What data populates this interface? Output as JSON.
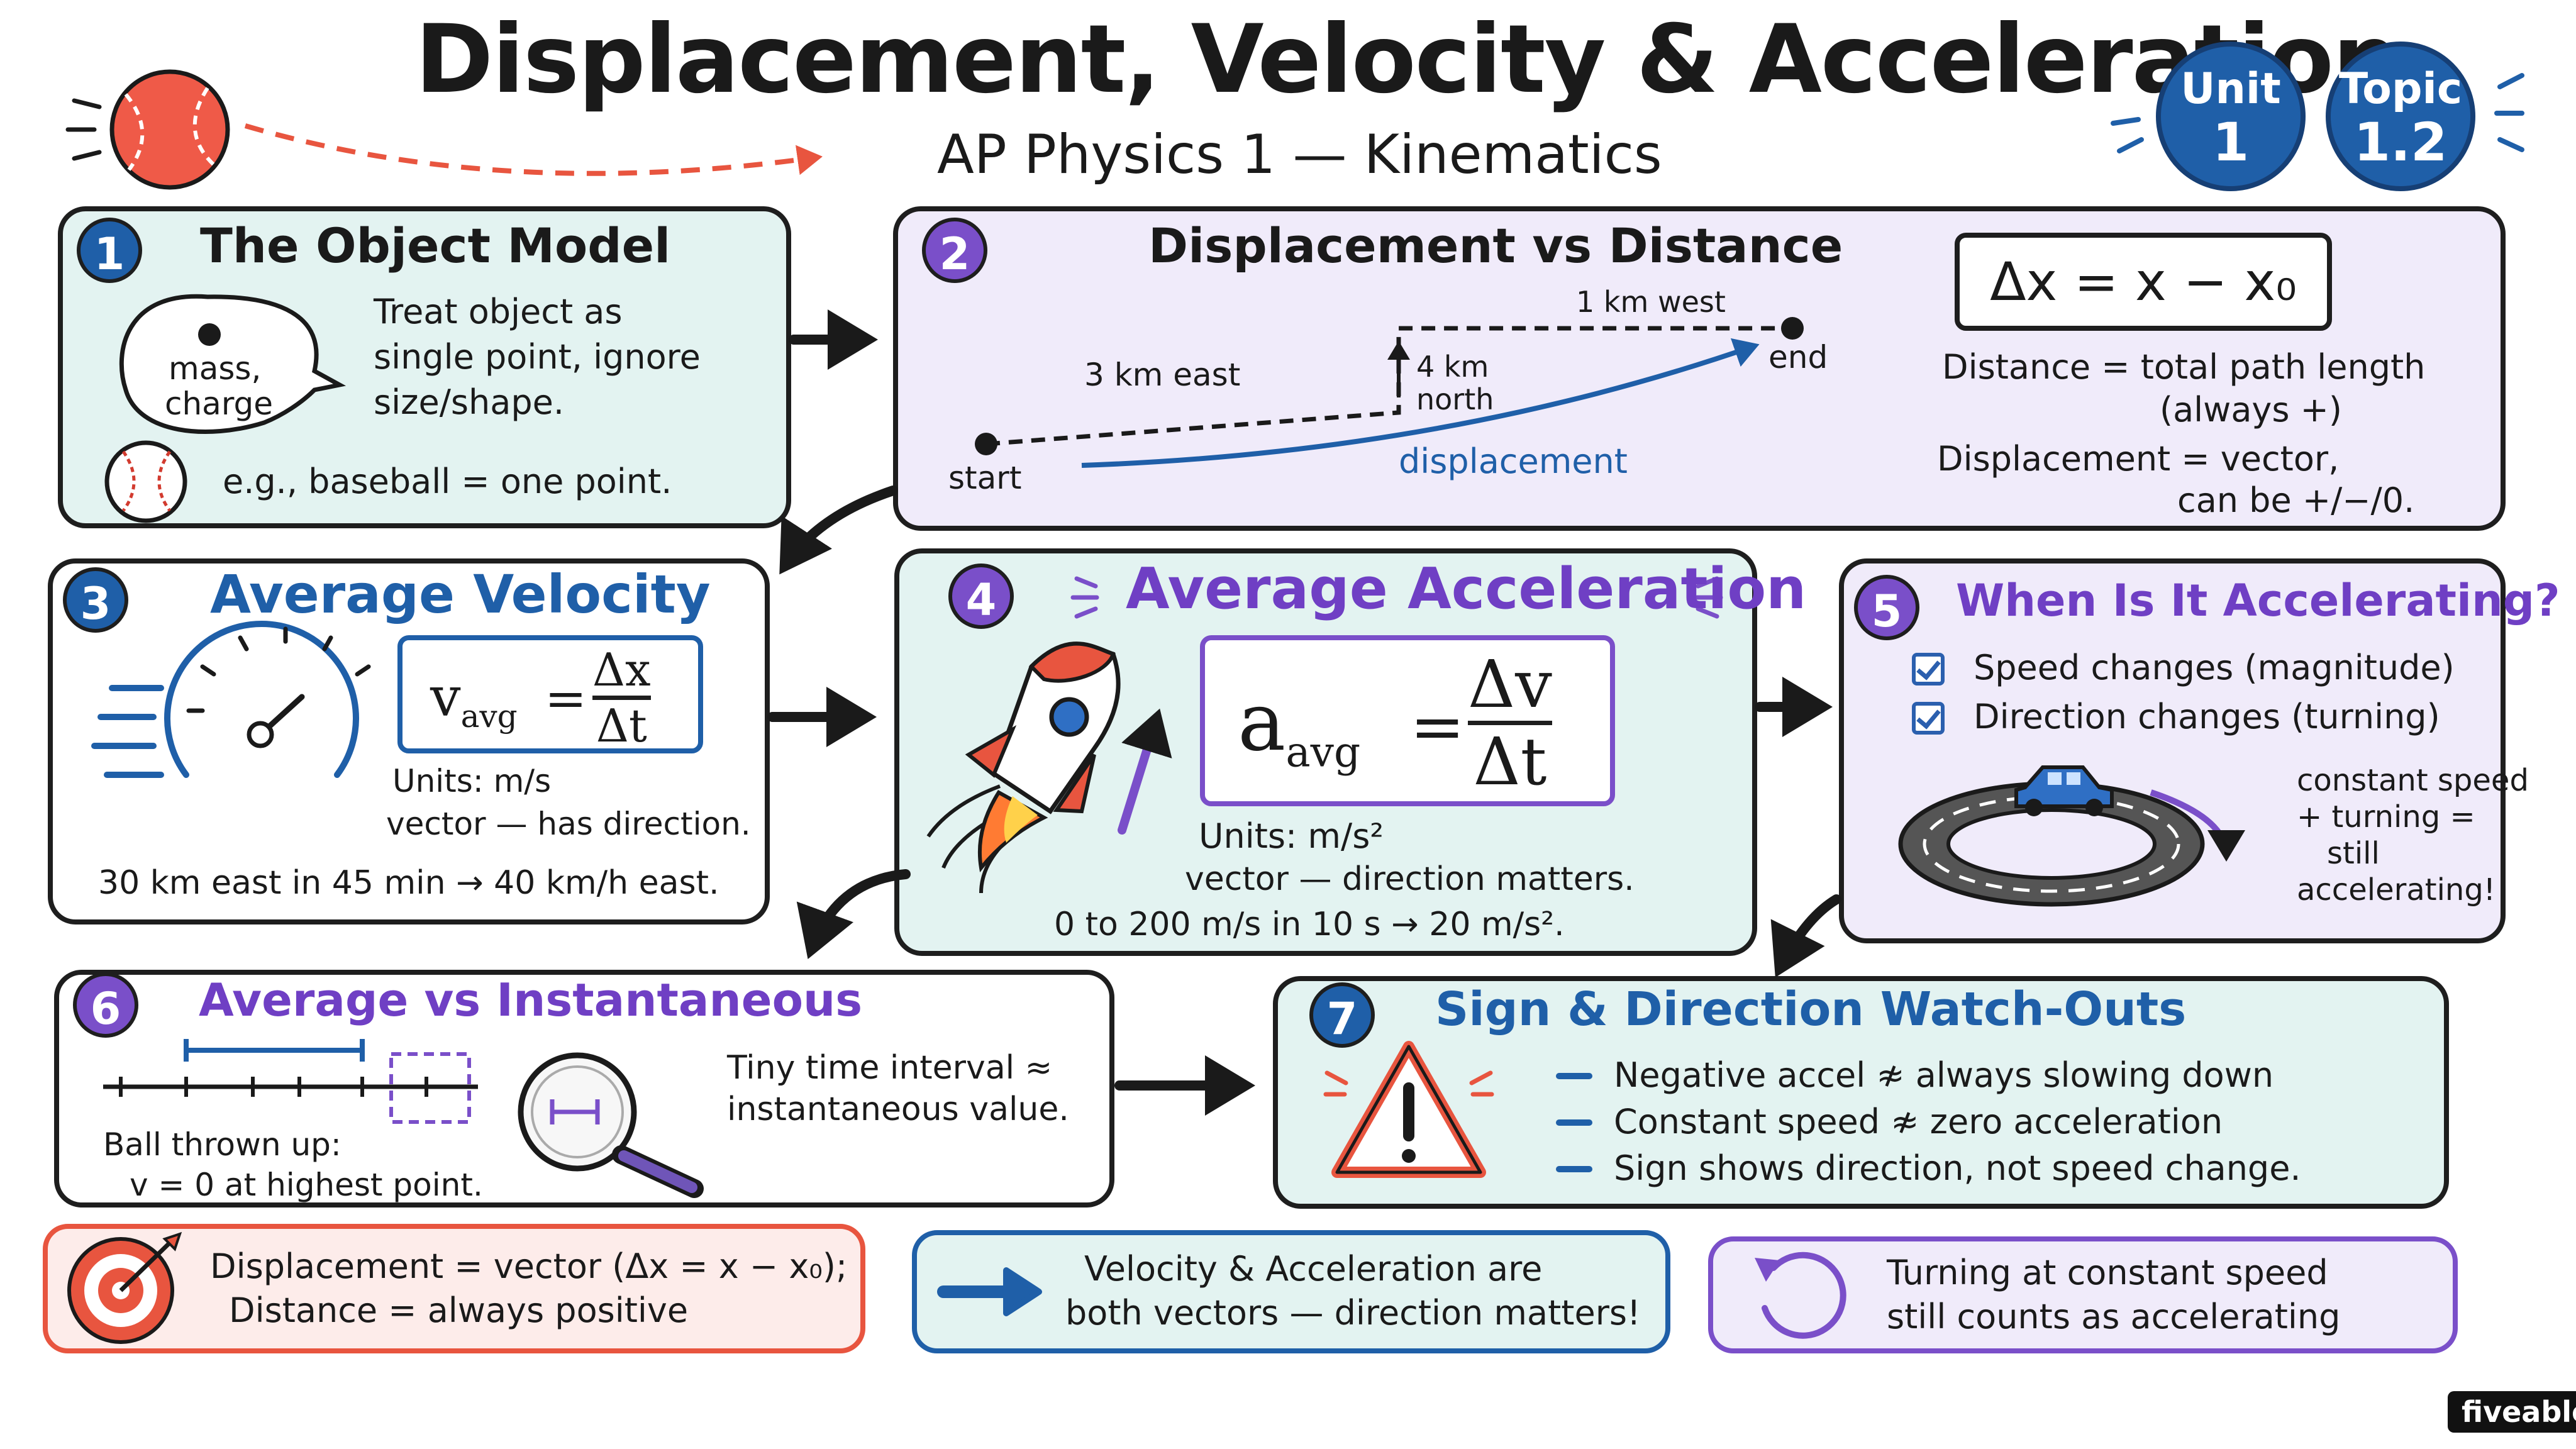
{
  "header": {
    "title": "Displacement, Velocity & Acceleration",
    "subtitle": "AP Physics 1 — Kinematics",
    "unit_label": "Unit",
    "unit_value": "1",
    "topic_label": "Topic",
    "topic_value": "1.2"
  },
  "s1": {
    "number": "1",
    "title": "The Object Model",
    "bubble_line1": "mass,",
    "bubble_line2": "charge",
    "text_line1": "Treat object as",
    "text_line2": "single point, ignore",
    "text_line3": "size/shape.",
    "example": "e.g., baseball = one point."
  },
  "s2": {
    "number": "2",
    "title": "Displacement vs Distance",
    "label_east": "3 km east",
    "label_north_1": "4 km",
    "label_north_2": "north",
    "label_west": "1 km west",
    "label_start": "start",
    "label_end": "end",
    "label_displacement": "displacement",
    "formula": "Δx = x − x₀",
    "distance_line1": "Distance  =  total path length",
    "distance_line2": "(always +)",
    "displacement_line1": "Displacement  =  vector,",
    "displacement_line2": "can be +/−/0."
  },
  "s3": {
    "number": "3",
    "title": "Average Velocity",
    "formula_lhs": "v",
    "formula_sub": "avg",
    "formula_eq": "=",
    "formula_num": "Δx",
    "formula_den": "Δt",
    "units": "Units: m/s",
    "vector": "vector — has direction.",
    "example": "30 km east in 45 min → 40 km/h east."
  },
  "s4": {
    "number": "4",
    "title": "Average Acceleration",
    "formula_lhs": "a",
    "formula_sub": "avg",
    "formula_eq": "=",
    "formula_num": "Δv",
    "formula_den": "Δt",
    "units": "Units:  m/s²",
    "vector": "vector — direction matters.",
    "example": "0 to 200 m/s in 10 s  →  20 m/s²."
  },
  "s5": {
    "number": "5",
    "title": "When Is It Accelerating?",
    "item1": "Speed changes (magnitude)",
    "item2": "Direction changes (turning)",
    "note_line1": "constant speed",
    "note_line2": "+ turning =",
    "note_line3": "still",
    "note_line4": "accelerating!"
  },
  "s6": {
    "number": "6",
    "title": "Average vs Instantaneous",
    "text_line1": "Tiny time interval ≈",
    "text_line2": "instantaneous value.",
    "ball_line1": "Ball thrown up:",
    "ball_line2": "v = 0 at highest point."
  },
  "s7": {
    "number": "7",
    "title": "Sign & Direction Watch-Outs",
    "item1": "Negative accel ≉ always slowing down",
    "item2": "Constant speed ≉ zero acceleration",
    "item3": "Sign shows direction, not speed change."
  },
  "footer": {
    "box1_line1": "Displacement = vector (Δx = x − x₀);",
    "box1_line2": "Distance = always positive",
    "box2_line1": "Velocity & Acceleration are",
    "box2_line2": "both vectors — direction matters!",
    "box3_line1": "Turning at constant speed",
    "box3_line2": "still counts as accelerating"
  },
  "brand": "fiveable",
  "colors": {
    "blue": "#1f5fa8",
    "purple": "#7a4fc9",
    "teal_panel": "#e3f3f1",
    "lavender_panel": "#f0ebfa",
    "orange": "#e8553f"
  }
}
